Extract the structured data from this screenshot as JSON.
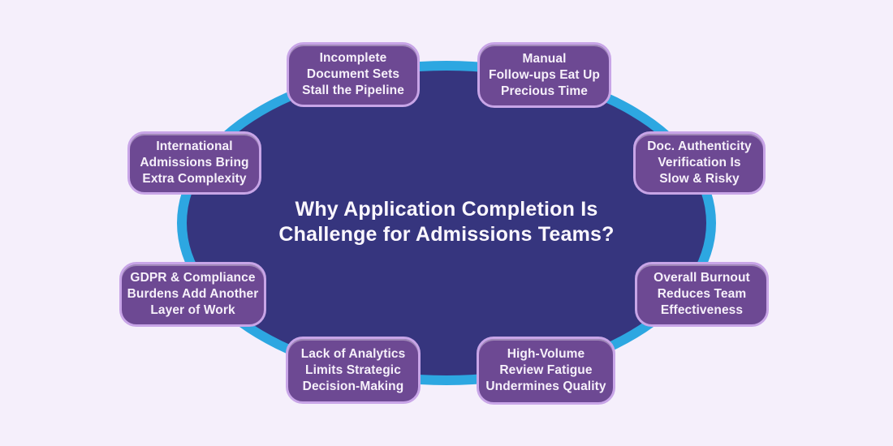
{
  "title": "Why Application Completion Is\nChallenge for Admissions Teams?",
  "colors": {
    "background": "#F5EFFB",
    "ellipse-fill": "#36357E",
    "ellipse-ring": "#2DA7E1",
    "node-fill": "#6D4993",
    "node-border": "#C8A5E7",
    "node-text": "#F6F0FA",
    "title-text": "#FBF7FE"
  },
  "nodes": [
    {
      "id": "incomplete-document-sets",
      "label": "Incomplete\nDocument Sets\nStall the Pipeline"
    },
    {
      "id": "manual-follow-ups",
      "label": "Manual\nFollow-ups Eat Up\nPrecious Time"
    },
    {
      "id": "international-admissions",
      "label": "International\nAdmissions Bring\nExtra Complexity"
    },
    {
      "id": "doc-authenticity",
      "label": "Doc. Authenticity\nVerification Is\nSlow & Risky"
    },
    {
      "id": "gdpr-compliance",
      "label": "GDPR & Compliance\nBurdens Add Another\nLayer of Work"
    },
    {
      "id": "overall-burnout",
      "label": "Overall Burnout\nReduces Team\nEffectiveness"
    },
    {
      "id": "lack-of-analytics",
      "label": "Lack of Analytics\nLimits Strategic\nDecision-Making"
    },
    {
      "id": "high-volume-review",
      "label": "High-Volume\nReview Fatigue\nUndermines Quality"
    }
  ]
}
